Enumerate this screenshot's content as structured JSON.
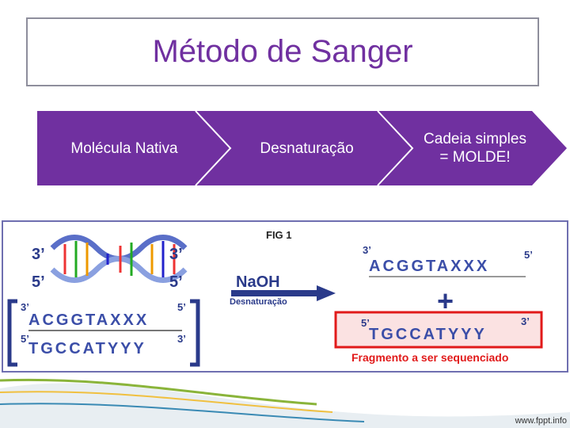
{
  "title": "Método de Sanger",
  "steps": [
    {
      "label": "Molécula Nativa"
    },
    {
      "label": "Desnaturação"
    },
    {
      "label": "Cadeia simples = MOLDE!"
    }
  ],
  "colors": {
    "title": "#7030a0",
    "chevron": "#7030a0",
    "strand_top": "#3b4ea8",
    "strand_bottom": "#3b4ea8",
    "red": "#e11a1a"
  },
  "figure": {
    "fig_label": "FIG 1",
    "left": {
      "prime3_top": "3’",
      "prime3_right": "3’",
      "prime5_left": "5’",
      "prime5_right": "5’",
      "seq_top": "ACGGTAXXX",
      "seq_bottom": "TGCCATYYY",
      "seq_top_start": "3’",
      "seq_top_end": "5’",
      "seq_bottom_start": "5’",
      "seq_bottom_end": "3’"
    },
    "arrow": {
      "reagent": "NaOH",
      "label": "Desnaturação"
    },
    "right": {
      "top_start": "3’",
      "top_seq": "ACGGTAXXX",
      "top_end": "5’",
      "plus": "+",
      "bottom_start": "5’",
      "bottom_seq": "TGCCATYYY",
      "bottom_end": "3’",
      "caption": "Fragmento a ser sequenciado"
    }
  },
  "footer": {
    "url": "www.fppt.info"
  }
}
